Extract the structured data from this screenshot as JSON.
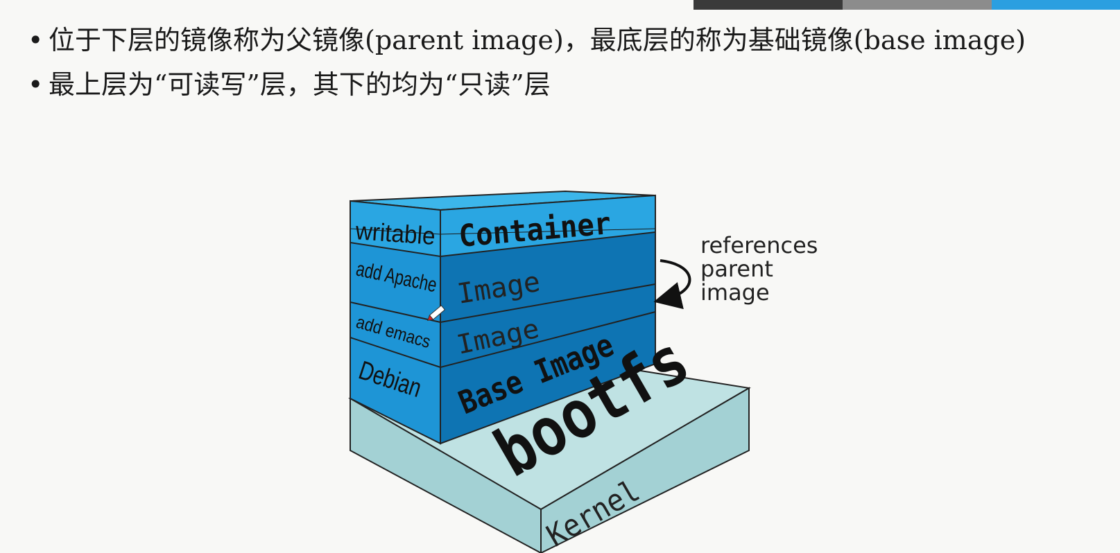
{
  "top_bar": {
    "colors": [
      "#3a3a3a",
      "#8c8c8c",
      "#2b9fe0"
    ]
  },
  "bullets": [
    "位于下层的镜像称为父镜像(parent image)，最底层的称为基础镜像(base image)",
    "最上层为“可读写”层，其下的均为“只读”层"
  ],
  "diagram": {
    "layers": {
      "writable": "writable",
      "container": "Container",
      "add_apache": "add Apache",
      "image1": "Image",
      "add_emacs": "add emacs",
      "image2": "Image",
      "debian": "Debian",
      "base_image": "Base Image",
      "bootfs": "bootfs",
      "kernel": "Kernel"
    },
    "annotation": [
      "references",
      "parent",
      "image"
    ],
    "colors": {
      "layer_blue": "#1e95d6",
      "layer_blue_dark": "#0e74b3",
      "layer_blue_light": "#3cb6ea",
      "kernel_front": "#a3d1d4",
      "kernel_top": "#bfe2e3"
    }
  }
}
